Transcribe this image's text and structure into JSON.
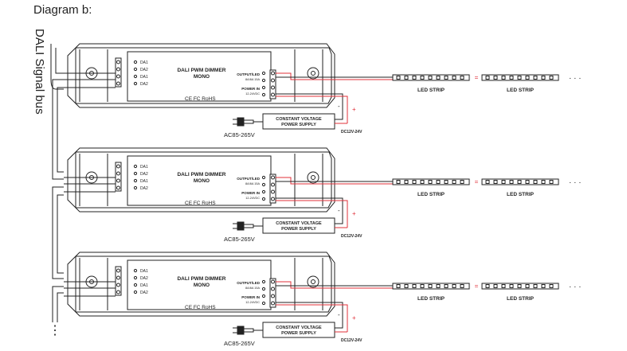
{
  "title": "Diagram b:",
  "bus_label": "DALI Signal bus",
  "dimmer": {
    "name_line1": "DALI PWM DIMMER",
    "name_line2": "MONO",
    "inputs": [
      "DA1",
      "DA2",
      "DA1",
      "DA2"
    ],
    "output_label": "OUTPUT/LED",
    "output_sub": "8A/6A 15A",
    "power_label": "POWER IN",
    "power_sub": "12-24VDC",
    "certs": "CE FC RoHS",
    "minus": "-",
    "plus": "+"
  },
  "psu": {
    "line1": "CONSTANT VOLTAGE",
    "line2": "POWER SUPPLY",
    "dc_label": "DC12V-24V",
    "ac_label": "AC85-265V"
  },
  "strip": {
    "label": "LED STRIP",
    "ellipsis": "· · ·",
    "joint": "="
  },
  "bus_continue": "⋮",
  "colors": {
    "line": "#222222",
    "wire_red": "#e0303a",
    "box_fill": "#ffffff"
  }
}
